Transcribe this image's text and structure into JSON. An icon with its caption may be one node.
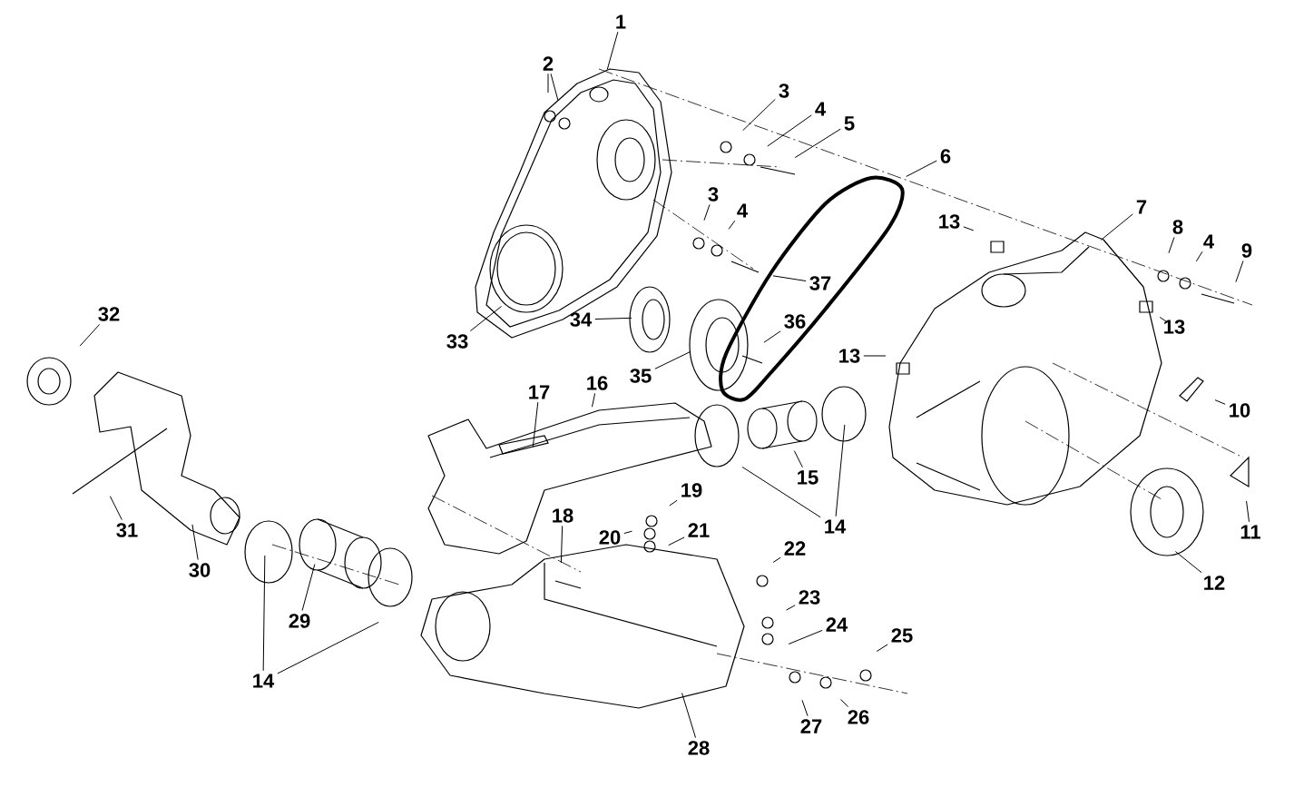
{
  "diagram": {
    "nodes": [
      {
        "text": [
          "1"
        ]
      },
      {
        "text": [
          "2"
        ]
      },
      {
        "text": [
          "3"
        ]
      },
      {
        "text": [
          "4"
        ]
      },
      {
        "text": [
          "5"
        ]
      },
      {
        "text": [
          "6"
        ]
      },
      {
        "text": [
          "3"
        ]
      },
      {
        "text": [
          "4"
        ]
      },
      {
        "text": [
          "7"
        ]
      },
      {
        "text": [
          "13"
        ]
      },
      {
        "text": [
          "8"
        ]
      },
      {
        "text": [
          "4"
        ]
      },
      {
        "text": [
          "9"
        ]
      },
      {
        "text": [
          "37"
        ]
      },
      {
        "text": [
          "13"
        ]
      },
      {
        "text": [
          "36"
        ]
      },
      {
        "text": [
          "33"
        ]
      },
      {
        "text": [
          "34"
        ]
      },
      {
        "text": [
          "35"
        ]
      },
      {
        "text": [
          "13"
        ]
      },
      {
        "text": [
          "32"
        ]
      },
      {
        "text": [
          "17"
        ]
      },
      {
        "text": [
          "16"
        ]
      },
      {
        "text": [
          "10"
        ]
      },
      {
        "text": [
          "15"
        ]
      },
      {
        "text": [
          "14"
        ]
      },
      {
        "text": [
          "19"
        ]
      },
      {
        "text": [
          "18"
        ]
      },
      {
        "text": [
          "20"
        ]
      },
      {
        "text": [
          "21"
        ]
      },
      {
        "text": [
          "22"
        ]
      },
      {
        "text": [
          "11"
        ]
      },
      {
        "text": [
          "30"
        ]
      },
      {
        "text": [
          "31"
        ]
      },
      {
        "text": [
          "29"
        ]
      },
      {
        "text": [
          "23"
        ]
      },
      {
        "text": [
          "24"
        ]
      },
      {
        "text": [
          "12"
        ]
      },
      {
        "text": [
          "25"
        ]
      },
      {
        "text": [
          "14"
        ]
      },
      {
        "text": [
          "27"
        ]
      },
      {
        "text": [
          "26"
        ]
      },
      {
        "text": [
          "28"
        ]
      }
    ],
    "edges": [
      {
        "from": 0,
        "to": null,
        "arrow": "none"
      },
      {
        "from": 1,
        "to": null,
        "arrow": "none"
      },
      {
        "from": 1,
        "to": null,
        "arrow": "none"
      },
      {
        "from": 2,
        "to": null,
        "arrow": "none"
      },
      {
        "from": 3,
        "to": null,
        "arrow": "none"
      },
      {
        "from": 4,
        "to": null,
        "arrow": "none"
      },
      {
        "from": 5,
        "to": null,
        "arrow": "none"
      },
      {
        "from": 6,
        "to": null,
        "arrow": "none"
      },
      {
        "from": 7,
        "to": null,
        "arrow": "none"
      },
      {
        "from": 8,
        "to": null,
        "arrow": "none"
      },
      {
        "from": 9,
        "to": null,
        "arrow": "none"
      },
      {
        "from": 10,
        "to": null,
        "arrow": "none"
      },
      {
        "from": 11,
        "to": null,
        "arrow": "none"
      },
      {
        "from": 12,
        "to": null,
        "arrow": "none"
      },
      {
        "from": 13,
        "to": null,
        "arrow": "none"
      },
      {
        "from": 14,
        "to": null,
        "arrow": "none"
      },
      {
        "from": 15,
        "to": null,
        "arrow": "none"
      },
      {
        "from": 16,
        "to": null,
        "arrow": "none"
      },
      {
        "from": 17,
        "to": null,
        "arrow": "none"
      },
      {
        "from": 18,
        "to": null,
        "arrow": "none"
      },
      {
        "from": 19,
        "to": null,
        "arrow": "none"
      },
      {
        "from": 20,
        "to": null,
        "arrow": "none"
      },
      {
        "from": 21,
        "to": null,
        "arrow": "none"
      },
      {
        "from": 22,
        "to": null,
        "arrow": "none"
      },
      {
        "from": 23,
        "to": null,
        "arrow": "none"
      },
      {
        "from": 24,
        "to": null,
        "arrow": "none"
      },
      {
        "from": 25,
        "to": null,
        "arrow": "none"
      },
      {
        "from": 25,
        "to": null,
        "arrow": "none"
      },
      {
        "from": 26,
        "to": null,
        "arrow": "none"
      },
      {
        "from": 27,
        "to": null,
        "arrow": "none"
      },
      {
        "from": 28,
        "to": null,
        "arrow": "none"
      },
      {
        "from": 29,
        "to": null,
        "arrow": "none"
      },
      {
        "from": 30,
        "to": null,
        "arrow": "none"
      },
      {
        "from": 31,
        "to": null,
        "arrow": "none"
      },
      {
        "from": 32,
        "to": null,
        "arrow": "none"
      },
      {
        "from": 33,
        "to": null,
        "arrow": "none"
      },
      {
        "from": 34,
        "to": null,
        "arrow": "none"
      },
      {
        "from": 35,
        "to": null,
        "arrow": "none"
      },
      {
        "from": 36,
        "to": null,
        "arrow": "none"
      },
      {
        "from": 37,
        "to": null,
        "arrow": "none"
      },
      {
        "from": 38,
        "to": null,
        "arrow": "none"
      },
      {
        "from": 39,
        "to": null,
        "arrow": "none"
      },
      {
        "from": 39,
        "to": null,
        "arrow": "none"
      },
      {
        "from": 40,
        "to": null,
        "arrow": "none"
      },
      {
        "from": 41,
        "to": null,
        "arrow": "none"
      },
      {
        "from": 42,
        "to": null,
        "arrow": "none"
      }
    ]
  }
}
